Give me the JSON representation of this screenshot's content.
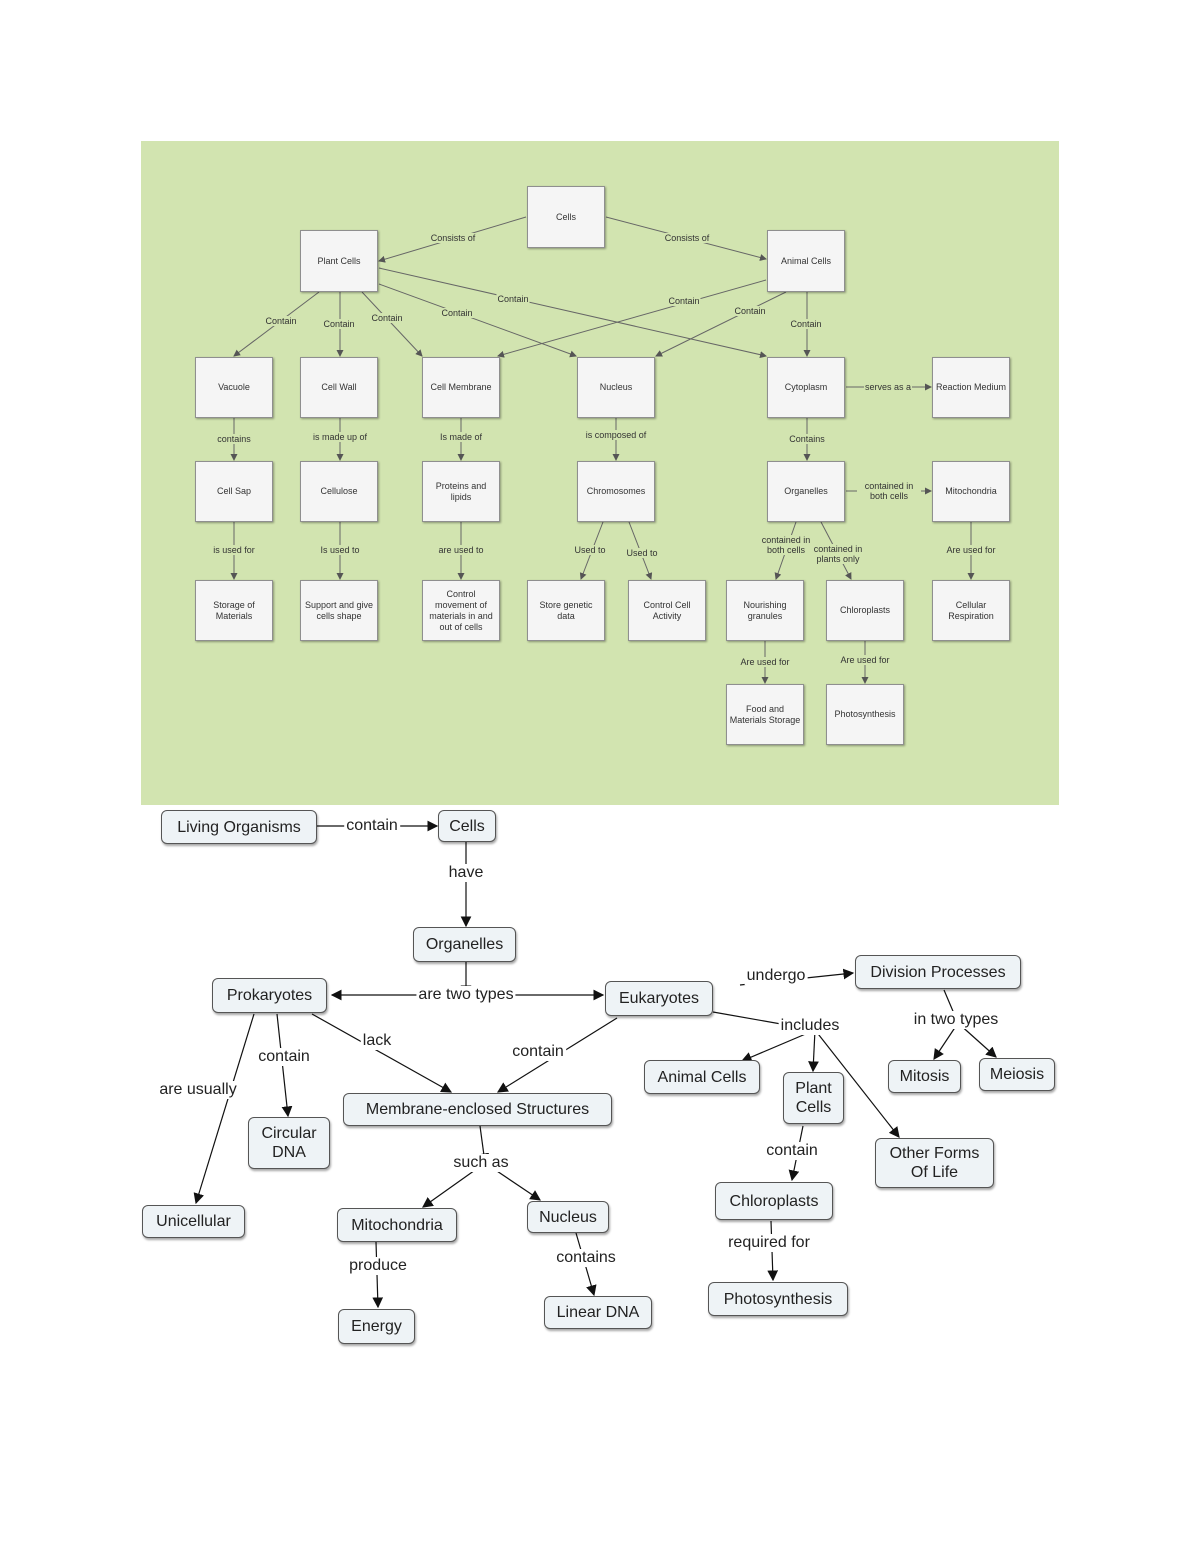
{
  "top_map": {
    "nodes": {
      "cells": "Cells",
      "plant_cells": "Plant Cells",
      "animal_cells": "Animal Cells",
      "vacuole": "Vacuole",
      "cell_wall": "Cell Wall",
      "cell_membrane": "Cell Membrane",
      "nucleus": "Nucleus",
      "cytoplasm": "Cytoplasm",
      "reaction_medium": "Reaction Medium",
      "cell_sap": "Cell Sap",
      "cellulose": "Cellulose",
      "proteins_lipids": "Proteins and lipids",
      "chromosomes": "Chromosomes",
      "organelles": "Organelles",
      "mitochondria": "Mitochondria",
      "storage_materials": "Storage of Materials",
      "support_shape": "Support and give cells shape",
      "control_movement": "Control movement of materials in and out of cells",
      "store_genetic": "Store genetic data",
      "control_activity": "Control Cell Activity",
      "nourishing_granules": "Nourishing granules",
      "chloroplasts": "Chloroplasts",
      "cellular_respiration": "Cellular Respiration",
      "food_storage": "Food and Materials Storage",
      "photosynthesis": "Photosynthesis"
    },
    "labels": {
      "consists_of_left": "Consists of",
      "consists_of_right": "Consists of",
      "contain_vacuole": "Contain",
      "contain_wall": "Contain",
      "contain_membrane": "Contain",
      "contain_nucleus_plant": "Contain",
      "contain_cytoplasm_plant": "Contain",
      "contain_membrane_animal": "Contain",
      "contain_nucleus_animal": "Contain",
      "contain_cytoplasm_animal": "Contain",
      "serves_as": "serves as a",
      "contains_sap": "contains",
      "made_up_of": "is made up of",
      "is_made_of": "Is made of",
      "composed_of": "is composed of",
      "contains_org": "Contains",
      "contained_both": "contained in both cells",
      "used_for_sap": "is used for",
      "used_to_cellulose": "Is used to",
      "are_used_to": "are used to",
      "used_to_chrom": "Used to",
      "used_to_chrom2": "Used to",
      "contained_both2": "contained in both cells",
      "contained_plants": "contained in plants only",
      "are_used_for_mito": "Are used for",
      "are_used_for_gran": "Are used for",
      "are_used_for_chloro": "Are used for"
    }
  },
  "bottom_map": {
    "nodes": {
      "living_organisms": "Living Organisms",
      "cells": "Cells",
      "organelles": "Organelles",
      "prokaryotes": "Prokaryotes",
      "eukaryotes": "Eukaryotes",
      "division_processes": "Division Processes",
      "animal_cells": "Animal Cells",
      "plant_cells": "Plant Cells",
      "mitosis": "Mitosis",
      "meiosis": "Meiosis",
      "membrane_structures": "Membrane-enclosed Structures",
      "circular_dna": "Circular DNA",
      "other_forms": "Other Forms Of Life",
      "chloroplasts": "Chloroplasts",
      "unicellular": "Unicellular",
      "mitochondria": "Mitochondria",
      "nucleus": "Nucleus",
      "energy": "Energy",
      "linear_dna": "Linear DNA",
      "photosynthesis": "Photosynthesis"
    },
    "labels": {
      "contain_top": "contain",
      "have": "have",
      "are_two_types": "are two types",
      "undergo": "undergo",
      "includes": "includes",
      "in_two_types": "in two types",
      "lack": "lack",
      "contain_prok": "contain",
      "contain_euk": "contain",
      "are_usually": "are usually",
      "such_as": "such as",
      "contain_plant": "contain",
      "produce": "produce",
      "contains_nuc": "contains",
      "required_for": "required for"
    }
  }
}
